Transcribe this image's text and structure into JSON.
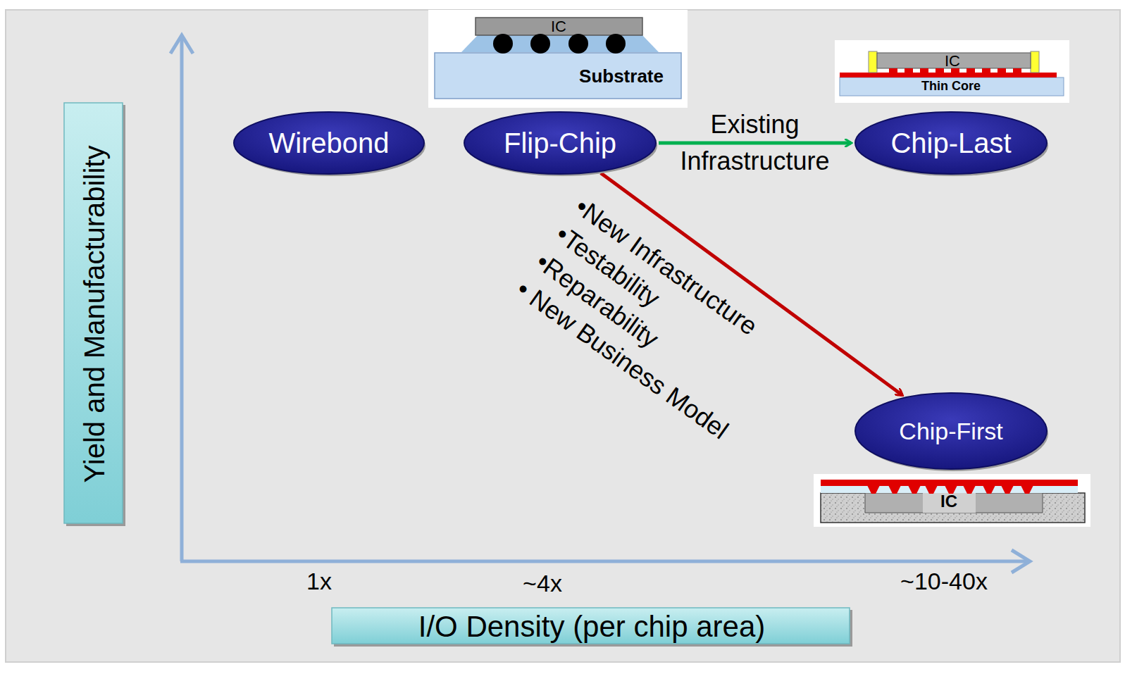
{
  "diagram": {
    "nodes": [
      {
        "text": [
          "Yield and Manufacturability"
        ]
      },
      {
        "text": [
          "Wirebond"
        ]
      },
      {
        "text": [
          "Flip-Chip"
        ]
      },
      {
        "text": [
          "Chip-Last"
        ]
      },
      {
        "text": [
          "Chip-First"
        ]
      },
      {
        "text": [
          "I/O Density (per chip area)"
        ]
      }
    ],
    "edges": [
      {
        "from": 2,
        "to": 3,
        "arrow": "to",
        "label": "Existing Infrastructure"
      },
      {
        "from": 2,
        "to": 4,
        "arrow": "to",
        "label": "•New Infrastructure •Testability •Reparability • New Business Model"
      }
    ],
    "labels": [
      "IC",
      "Substrate",
      "IC",
      "Thin Core",
      "IC",
      "1x",
      "~4x",
      "~10-40x"
    ]
  }
}
